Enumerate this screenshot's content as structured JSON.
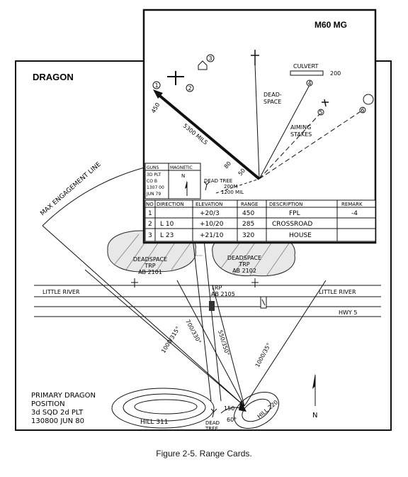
{
  "caption": "Figure 2-5.  Range Cards.",
  "dragon_card": {
    "title": "DRAGON",
    "max_engagement_line": "MAX ENGAGEMENT LINE",
    "river": "LITTLE RIVER",
    "highway": "HWY 5",
    "trp_left": [
      "DEADSPACE",
      "TRP",
      "AB 2101"
    ],
    "trp_right": [
      "DEADSPACE",
      "TRP",
      "AB 2102"
    ],
    "trp_center": [
      "TRP",
      "AB 2105"
    ],
    "ranges": [
      "1000/315°",
      "700/330°",
      "550/350°",
      "1000/35°"
    ],
    "position": [
      "PRIMARY DRAGON",
      "POSITION",
      "3d SQD 2d PLT",
      "130800 JUN 80"
    ],
    "hill_left": "HILL 311",
    "hill_right": "HILL 220",
    "dead_tree": [
      "DEAD",
      "TREE"
    ],
    "near_ranges": [
      "150",
      "60°"
    ],
    "north": "N"
  },
  "mg_card": {
    "title": "M60 MG",
    "culvert": "CULVERT",
    "culvert_range": "200",
    "deadspace": [
      "DEAD-",
      "SPACE"
    ],
    "aiming_stakes": [
      "AIMING",
      "STAKES"
    ],
    "fpl": "5300 MILS",
    "fpl_range": "450",
    "dist_80": "80",
    "dist_50": "50",
    "dead_tree": "DEAD TREE",
    "dead_tree_range": "200M",
    "dead_tree_mils": "1200 MIL",
    "info": {
      "headers": [
        "GUNS",
        "MAGNETIC"
      ],
      "guns": [
        "3D PLT",
        "CO B",
        "1307 00",
        "JUN 79"
      ],
      "north": "N"
    },
    "targets": [
      "1",
      "2",
      "3",
      "4",
      "5",
      "6"
    ],
    "table": {
      "headers": [
        "NO",
        "DIRECTION",
        "ELEVATION",
        "RANGE",
        "DESCRIPTION",
        "REMARK"
      ],
      "rows": [
        [
          "1",
          "",
          "+20/3",
          "450",
          "FPL",
          "-4"
        ],
        [
          "2",
          "L 10",
          "+10/20",
          "285",
          "CROSSROAD",
          ""
        ],
        [
          "3",
          "L 23",
          "+21/10",
          "320",
          "HOUSE",
          ""
        ]
      ]
    }
  }
}
